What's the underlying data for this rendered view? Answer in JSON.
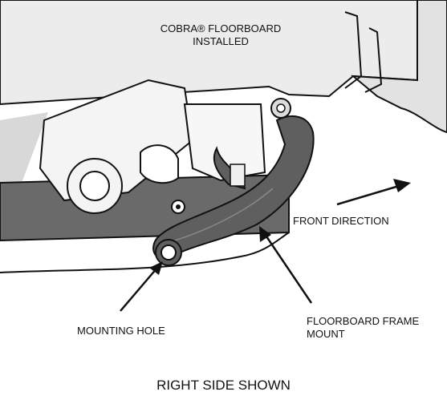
{
  "labels": {
    "floorboard_installed": "COBRA® FLOORBOARD\nINSTALLED",
    "front_direction": "FRONT DIRECTION",
    "mounting_hole": "MOUNTING HOLE",
    "frame_mount": "FLOORBOARD FRAME\nMOUNT",
    "caption": "RIGHT SIDE SHOWN"
  },
  "colors": {
    "line": "#111111",
    "panel": "#ececec",
    "mount": "#5f5f5f",
    "paper": "#ffffff"
  }
}
